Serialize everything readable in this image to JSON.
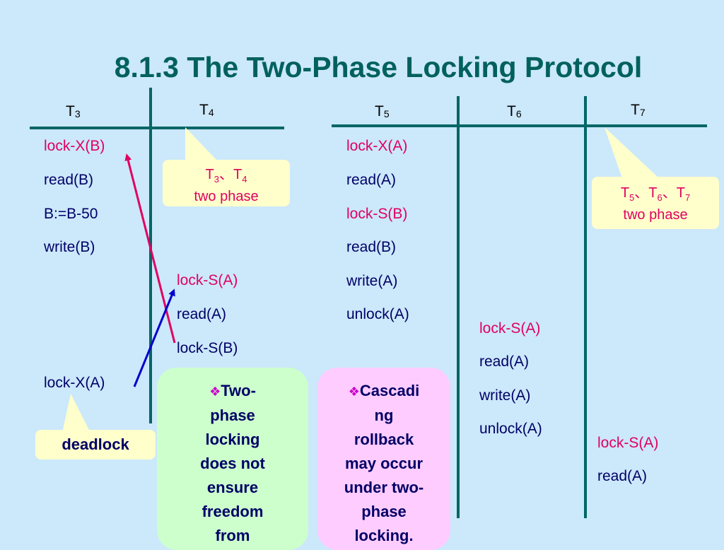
{
  "title": "8.1.3 The Two-Phase Locking Protocol",
  "colors": {
    "background": "#cce8fb",
    "title": "#00615c",
    "lock_ops": "#e00060",
    "ops": "#000066",
    "grid_lines": "#006666",
    "callout": "#ffffcc",
    "note_green": "#ccffcc",
    "note_pink": "#ffccff",
    "arrow_red": "#e00060",
    "arrow_blue": "#0000cc"
  },
  "left_schedule": {
    "headers": [
      {
        "main": "T",
        "sub": "3"
      },
      {
        "main": "T",
        "sub": "4"
      }
    ],
    "t3_ops": [
      "lock-X(B)",
      "read(B)",
      "B:=B-50",
      "write(B)",
      "lock-X(A)"
    ],
    "t4_ops": [
      "lock-S(A)",
      "read(A)",
      "lock-S(B)"
    ],
    "callout": {
      "line1_a": "T",
      "s1": "3",
      "sep": "、",
      "line1_b": "T",
      "s2": "4",
      "line2": "two phase"
    },
    "deadlock_label": "deadlock"
  },
  "right_schedule": {
    "headers": [
      {
        "main": "T",
        "sub": "5"
      },
      {
        "main": "T",
        "sub": "6"
      },
      {
        "main": "T",
        "sub": "7"
      }
    ],
    "t5_ops": [
      "lock-X(A)",
      "read(A)",
      "lock-S(B)",
      "read(B)",
      "write(A)",
      "unlock(A)"
    ],
    "t6_ops": [
      "lock-S(A)",
      "read(A)",
      "write(A)",
      "unlock(A)"
    ],
    "t7_ops": [
      "lock-S(A)",
      "read(A)"
    ],
    "callout": {
      "a": "T",
      "s1": "5",
      "sep1": "、",
      "b": "T",
      "s2": "6",
      "sep2": "、",
      "c": "T",
      "s3": "7",
      "line2": "two phase"
    }
  },
  "notes": {
    "green": {
      "bullet": "❖",
      "lines": [
        "Two-",
        "phase",
        "locking",
        "does not",
        "ensure",
        "freedom",
        "from"
      ]
    },
    "pink": {
      "bullet": "❖",
      "lines": [
        "Cascadi",
        "ng",
        "rollback",
        "may occur",
        "under two-",
        "phase",
        "locking."
      ]
    }
  }
}
